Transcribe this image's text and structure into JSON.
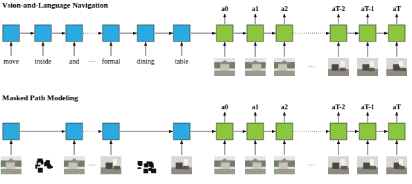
{
  "diagram": {
    "labels": [
      "Vsion-and-Language Navigation",
      "a0",
      "a1",
      "a2",
      "aT-2",
      "aT-1",
      "aT",
      "move",
      "inside",
      "and",
      "···",
      "formal",
      "dining",
      "table",
      "···",
      "Masked Path Modeling",
      "a0",
      "a1",
      "a2",
      "aT-2",
      "aT-1",
      "aT",
      "···",
      "···"
    ]
  }
}
